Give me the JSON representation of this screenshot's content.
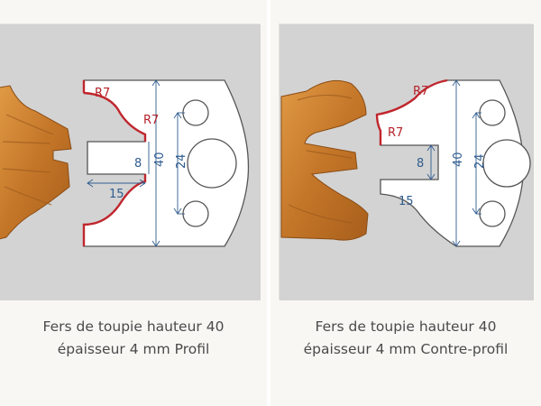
{
  "products": [
    {
      "caption_line1": "Fers de toupie hauteur 40",
      "caption_line2": "épaisseur 4 mm Profil",
      "dimensions": {
        "radius_top": "R7",
        "radius_mid": "R7",
        "height": "40",
        "spacing": "24",
        "depth": "8",
        "width": "15"
      }
    },
    {
      "caption_line1": "Fers de toupie hauteur 40",
      "caption_line2": "épaisseur 4 mm Contre-profil",
      "dimensions": {
        "radius_top": "R7",
        "radius_mid": "R7",
        "height": "40",
        "spacing": "24",
        "depth": "8",
        "width": "15"
      }
    }
  ],
  "colors": {
    "background": "#d3d3d3",
    "knife_fill": "#ffffff",
    "knife_stroke": "#555555",
    "profile_stroke": "#c0262d",
    "dimension_color": "#2f5c8f",
    "wood": "#c97a2e"
  }
}
